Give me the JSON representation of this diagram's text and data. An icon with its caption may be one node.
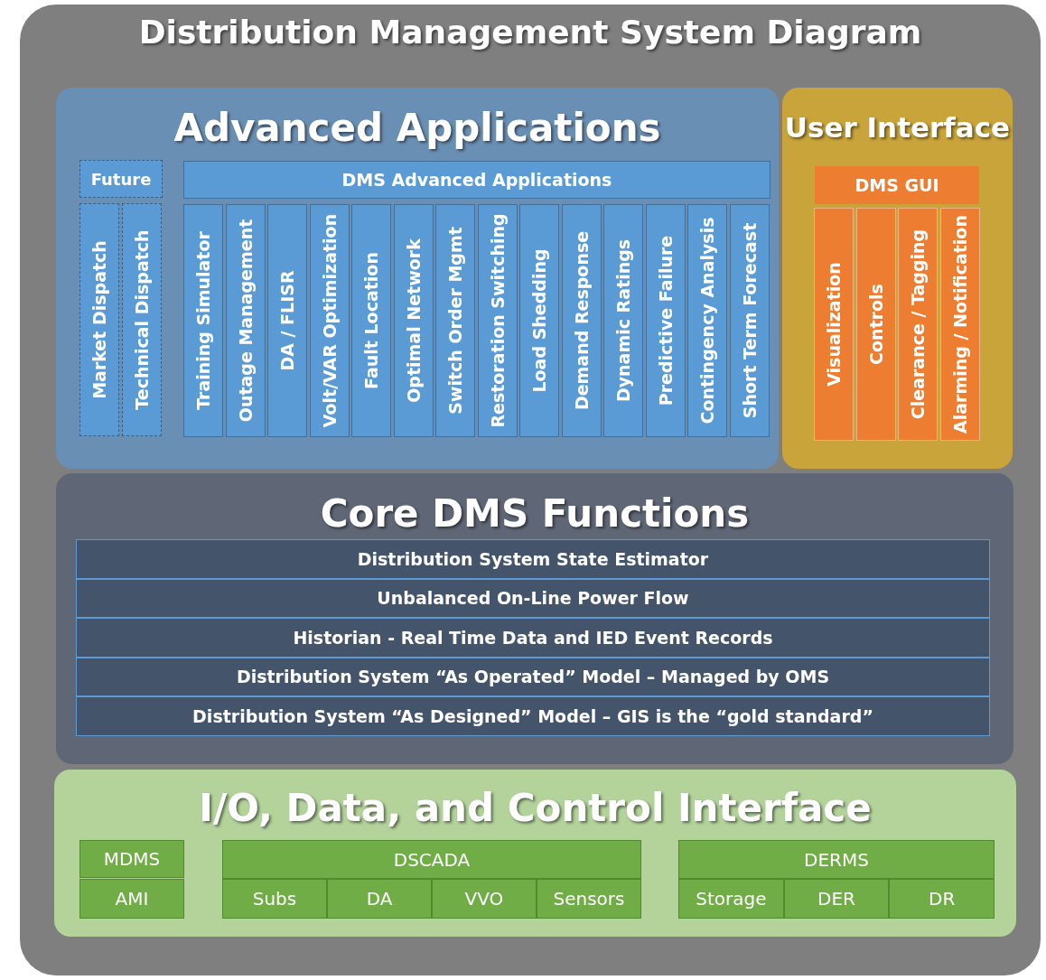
{
  "diagram": {
    "nodes": [
      {
        "text": [
          "Distribution Management System Diagram"
        ]
      },
      {
        "text": [
          "Advanced Applications"
        ],
        "in": 0
      },
      {
        "text": [
          "Future"
        ],
        "in": 1
      },
      {
        "text": [
          "Market Dispatch"
        ],
        "in": 1
      },
      {
        "text": [
          "Technical Dispatch"
        ],
        "in": 1
      },
      {
        "text": [
          "DMS Advanced Applications"
        ],
        "in": 1
      },
      {
        "text": [
          "Training Simulator"
        ],
        "in": 1
      },
      {
        "text": [
          "Outage Management"
        ],
        "in": 1
      },
      {
        "text": [
          "DA / FLISR"
        ],
        "in": 1
      },
      {
        "text": [
          "Volt/VAR Optimization"
        ],
        "in": 1
      },
      {
        "text": [
          "Fault Location"
        ],
        "in": 1
      },
      {
        "text": [
          "Optimal Network"
        ],
        "in": 1
      },
      {
        "text": [
          "Switch Order Mgmt"
        ],
        "in": 1
      },
      {
        "text": [
          "Restoration Switching"
        ],
        "in": 1
      },
      {
        "text": [
          "Load Shedding"
        ],
        "in": 1
      },
      {
        "text": [
          "Demand Response"
        ],
        "in": 1
      },
      {
        "text": [
          "Dynamic Ratings"
        ],
        "in": 1
      },
      {
        "text": [
          "Predictive Failure"
        ],
        "in": 1
      },
      {
        "text": [
          "Contingency Analysis"
        ],
        "in": 1
      },
      {
        "text": [
          "Short Term Forecast"
        ],
        "in": 1
      },
      {
        "text": [
          "User Interface"
        ],
        "in": 0
      },
      {
        "text": [
          "DMS GUI"
        ],
        "in": 20
      },
      {
        "text": [
          "Visualization"
        ],
        "in": 20
      },
      {
        "text": [
          "Controls"
        ],
        "in": 20
      },
      {
        "text": [
          "Clearance / Tagging"
        ],
        "in": 20
      },
      {
        "text": [
          "Alarming / Notification"
        ],
        "in": 20
      },
      {
        "text": [
          "Core DMS Functions"
        ],
        "in": 0
      },
      {
        "text": [
          "Distribution System State Estimator"
        ],
        "in": 26
      },
      {
        "text": [
          "Unbalanced On-Line Power Flow"
        ],
        "in": 26
      },
      {
        "text": [
          "Historian - Real Time Data and IED Event Records"
        ],
        "in": 26
      },
      {
        "text": [
          "Distribution System “As Operated” Model – Managed by OMS"
        ],
        "in": 26
      },
      {
        "text": [
          "Distribution System “As Designed” Model – GIS is the “gold standard”"
        ],
        "in": 26
      },
      {
        "text": [
          "I/O, Data, and Control Interface"
        ],
        "in": 0
      },
      {
        "text": [
          "MDMS"
        ],
        "in": 32
      },
      {
        "text": [
          "AMI"
        ],
        "in": 32
      },
      {
        "text": [
          "DSCADA"
        ],
        "in": 32
      },
      {
        "text": [
          "Subs"
        ],
        "in": 32
      },
      {
        "text": [
          "DA"
        ],
        "in": 32
      },
      {
        "text": [
          "VVO"
        ],
        "in": 32
      },
      {
        "text": [
          "Sensors"
        ],
        "in": 32
      },
      {
        "text": [
          "DERMS"
        ],
        "in": 32
      },
      {
        "text": [
          "Storage"
        ],
        "in": 32
      },
      {
        "text": [
          "DER"
        ],
        "in": 32
      },
      {
        "text": [
          "DR"
        ],
        "in": 32
      }
    ]
  }
}
